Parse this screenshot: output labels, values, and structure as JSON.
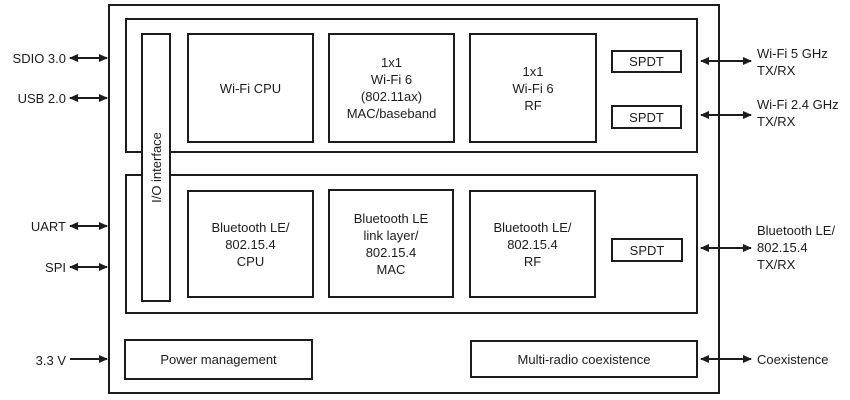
{
  "colors": {
    "line": "#1c1c1c",
    "background": "#ffffff"
  },
  "chip": {
    "io_interface_label": "I/O interface",
    "wifi": {
      "cpu": "Wi-Fi CPU",
      "mac": "1x1\nWi-Fi 6\n(802.11ax)\nMAC/baseband",
      "rf": "1x1\nWi-Fi 6\nRF",
      "spdt_5ghz": "SPDT",
      "spdt_24ghz": "SPDT"
    },
    "bluetooth": {
      "cpu": "Bluetooth LE/\n802.15.4\nCPU",
      "mac": "Bluetooth LE\nlink layer/\n802.15.4\nMAC",
      "rf": "Bluetooth LE/\n802.15.4\nRF",
      "spdt": "SPDT"
    },
    "power_management": "Power management",
    "multi_radio_coexistence": "Multi-radio coexistence"
  },
  "left_ports": [
    {
      "label": "SDIO 3.0",
      "arrow": "double"
    },
    {
      "label": "USB 2.0",
      "arrow": "double"
    },
    {
      "label": "UART",
      "arrow": "double"
    },
    {
      "label": "SPI",
      "arrow": "double"
    },
    {
      "label": "3.3 V",
      "arrow": "single"
    }
  ],
  "right_ports": [
    {
      "label": "Wi-Fi 5 GHz\nTX/RX",
      "arrow": "double"
    },
    {
      "label": "Wi-Fi 2.4 GHz\nTX/RX",
      "arrow": "double"
    },
    {
      "label": "Bluetooth LE/\n802.15.4\nTX/RX",
      "arrow": "double"
    },
    {
      "label": "Coexistence",
      "arrow": "double"
    }
  ]
}
